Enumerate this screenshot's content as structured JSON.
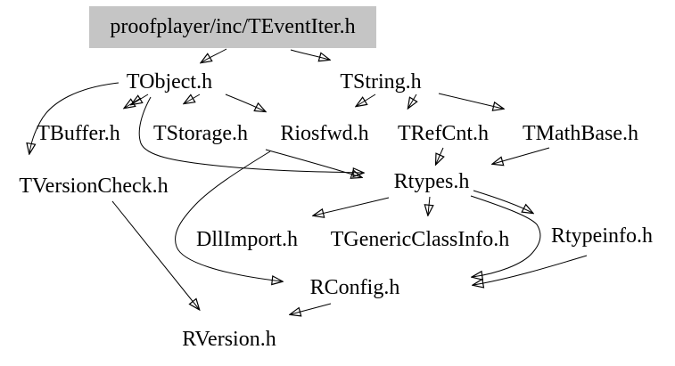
{
  "diagram": {
    "type": "include-dependency-graph",
    "root_label": "proofplayer/inc/TEventIter.h",
    "colors": {
      "background": "#ffffff",
      "root_node_fill": "#c5c5c5",
      "edge": "#000000",
      "text": "#000000"
    },
    "nodes": [
      {
        "label": "TObject.h"
      },
      {
        "label": "TString.h"
      },
      {
        "label": "TBuffer.h"
      },
      {
        "label": "TStorage.h"
      },
      {
        "label": "Riosfwd.h"
      },
      {
        "label": "TRefCnt.h"
      },
      {
        "label": "TMathBase.h"
      },
      {
        "label": "TVersionCheck.h"
      },
      {
        "label": "Rtypes.h"
      },
      {
        "label": "DllImport.h"
      },
      {
        "label": "TGenericClassInfo.h"
      },
      {
        "label": "Rtypeinfo.h"
      },
      {
        "label": "RConfig.h"
      },
      {
        "label": "RVersion.h"
      }
    ],
    "edges": [
      {
        "from": "proofplayer/inc/TEventIter.h",
        "to": "TObject.h"
      },
      {
        "from": "proofplayer/inc/TEventIter.h",
        "to": "TString.h"
      },
      {
        "from": "TObject.h",
        "to": "TBuffer.h"
      },
      {
        "from": "TObject.h",
        "to": "TStorage.h"
      },
      {
        "from": "TObject.h",
        "to": "Riosfwd.h"
      },
      {
        "from": "TObject.h",
        "to": "TVersionCheck.h"
      },
      {
        "from": "TObject.h",
        "to": "Rtypes.h"
      },
      {
        "from": "TString.h",
        "to": "Riosfwd.h"
      },
      {
        "from": "TString.h",
        "to": "TRefCnt.h"
      },
      {
        "from": "TString.h",
        "to": "TMathBase.h"
      },
      {
        "from": "TStorage.h",
        "to": "Rtypes.h"
      },
      {
        "from": "TRefCnt.h",
        "to": "Rtypes.h"
      },
      {
        "from": "TMathBase.h",
        "to": "Rtypes.h"
      },
      {
        "from": "Rtypes.h",
        "to": "DllImport.h"
      },
      {
        "from": "Rtypes.h",
        "to": "TGenericClassInfo.h"
      },
      {
        "from": "Rtypes.h",
        "to": "Rtypeinfo.h"
      },
      {
        "from": "Rtypes.h",
        "to": "RConfig.h"
      },
      {
        "from": "Rtypeinfo.h",
        "to": "RConfig.h"
      },
      {
        "from": "Riosfwd.h",
        "to": "RConfig.h"
      },
      {
        "from": "RConfig.h",
        "to": "RVersion.h"
      },
      {
        "from": "TVersionCheck.h",
        "to": "RVersion.h"
      }
    ]
  }
}
